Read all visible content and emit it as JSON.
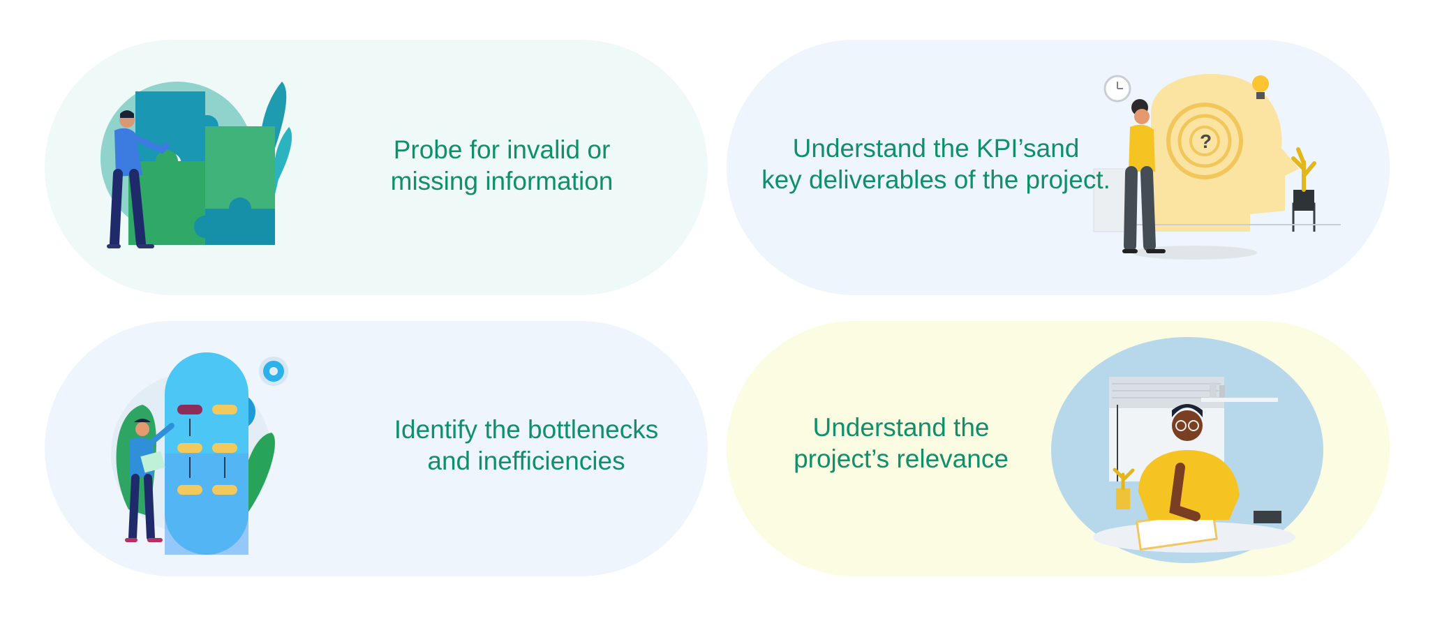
{
  "cards": [
    {
      "id": "probe",
      "lines": [
        "Probe for invalid or",
        "missing information"
      ],
      "background": "#eff9f7",
      "illustration": "puzzle-illustration"
    },
    {
      "id": "kpi",
      "lines": [
        "Understand the KPI’sand",
        "key deliverables of the project."
      ],
      "background": "#eef5fd",
      "illustration": "thinking-head-illustration"
    },
    {
      "id": "bottlenecks",
      "lines": [
        "Identify the bottlenecks",
        "and inefficiencies"
      ],
      "background": "#eef5fd",
      "illustration": "process-flow-illustration"
    },
    {
      "id": "relevance",
      "lines": [
        "Understand the",
        "project’s relevance"
      ],
      "background": "#fbfce2",
      "illustration": "pondering-man-illustration"
    }
  ],
  "text_color": "#0f8f6a"
}
